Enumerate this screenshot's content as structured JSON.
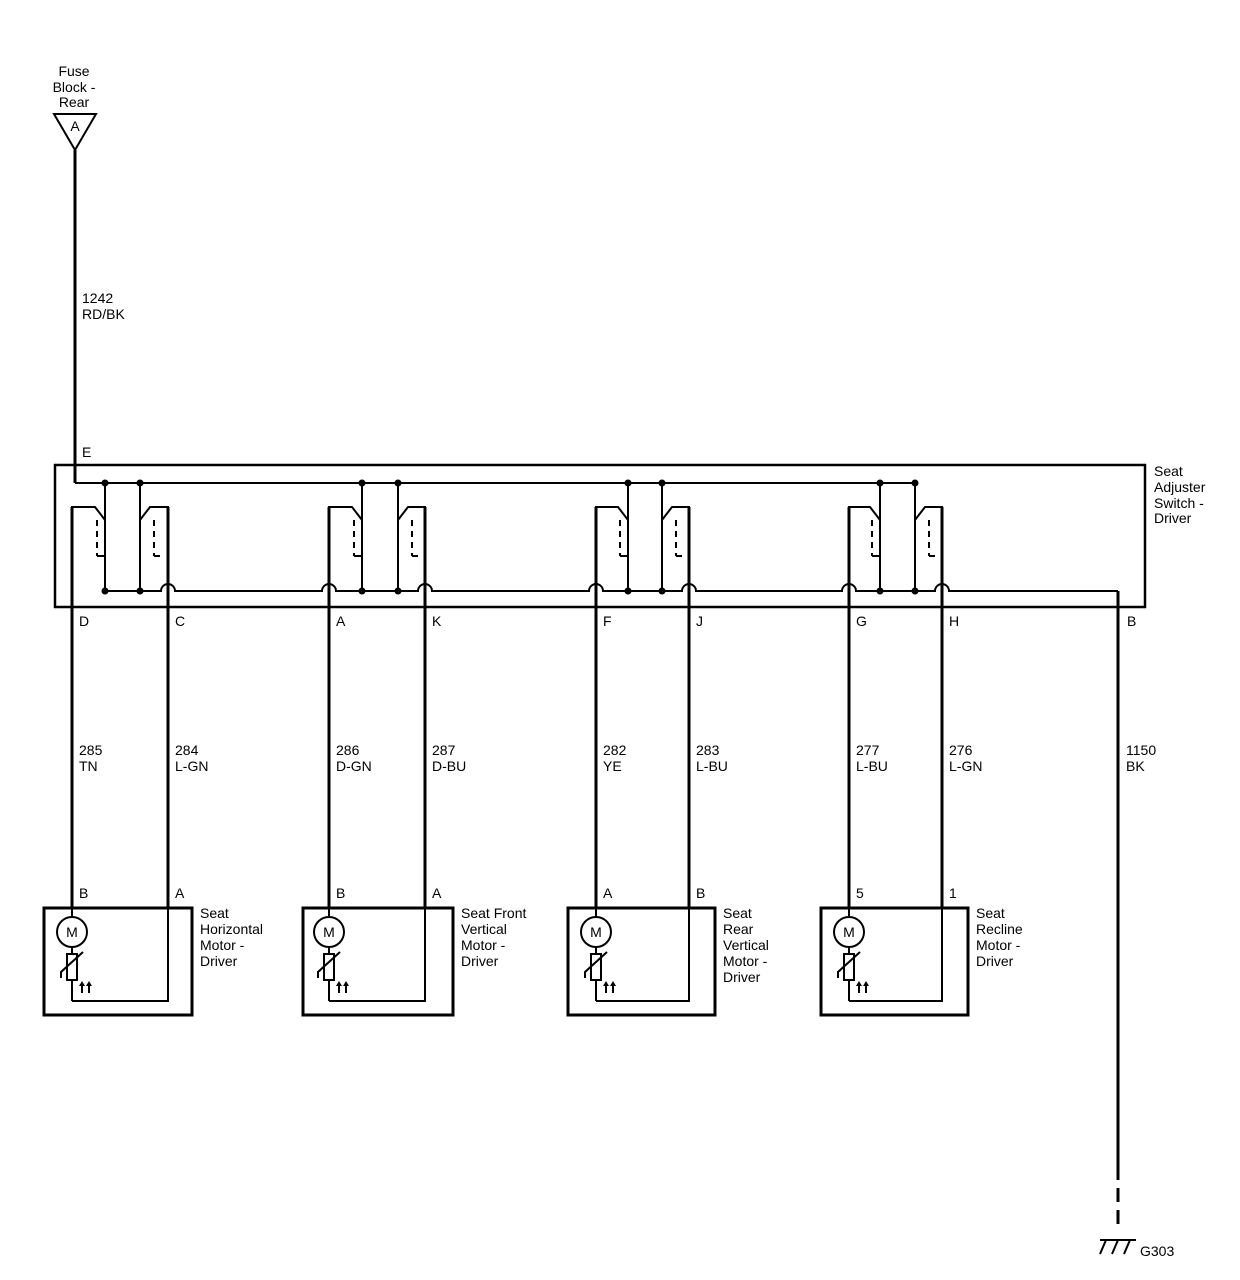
{
  "fuse": {
    "label_lines": [
      "Fuse",
      "Block -",
      "Rear"
    ],
    "terminal": "A"
  },
  "feed_wire": {
    "circuit": "1242",
    "color": "RD/BK"
  },
  "switch": {
    "name_lines": [
      "Seat",
      "Adjuster",
      "Switch -",
      "Driver"
    ],
    "feed_pin": "E",
    "ground_pin": "B"
  },
  "wires": [
    {
      "pin": "D",
      "circuit": "285",
      "color": "TN"
    },
    {
      "pin": "C",
      "circuit": "284",
      "color": "L-GN"
    },
    {
      "pin": "A",
      "circuit": "286",
      "color": "D-GN"
    },
    {
      "pin": "K",
      "circuit": "287",
      "color": "D-BU"
    },
    {
      "pin": "F",
      "circuit": "282",
      "color": "YE"
    },
    {
      "pin": "J",
      "circuit": "283",
      "color": "L-BU"
    },
    {
      "pin": "G",
      "circuit": "277",
      "color": "L-BU"
    },
    {
      "pin": "H",
      "circuit": "276",
      "color": "L-GN"
    }
  ],
  "ground_wire": {
    "circuit": "1150",
    "color": "BK"
  },
  "motors": [
    {
      "name_lines": [
        "Seat",
        "Horizontal",
        "Motor -",
        "Driver"
      ],
      "left_pin": "B",
      "right_pin": "A",
      "symbol": "M"
    },
    {
      "name_lines": [
        "Seat Front",
        "Vertical",
        "Motor -",
        "Driver"
      ],
      "left_pin": "B",
      "right_pin": "A",
      "symbol": "M"
    },
    {
      "name_lines": [
        "Seat",
        "Rear",
        "Vertical",
        "Motor -",
        "Driver"
      ],
      "left_pin": "A",
      "right_pin": "B",
      "symbol": "M"
    },
    {
      "name_lines": [
        "Seat",
        "Recline",
        "Motor -",
        "Driver"
      ],
      "left_pin": "5",
      "right_pin": "1",
      "symbol": "M"
    }
  ],
  "ground": {
    "label": "G303"
  }
}
